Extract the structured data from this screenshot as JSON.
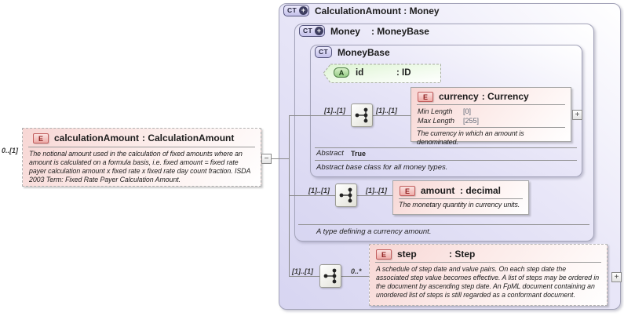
{
  "icons": {
    "element_letter": "E",
    "attribute_letter": "A",
    "complex_type_letters": "CT",
    "expand_glyph": "+",
    "collapse_glyph": "−"
  },
  "left_element": {
    "cardinality": "0..[1]",
    "name": "calculationAmount",
    "type": ": CalculationAmount",
    "annotation": "The notional amount used in the calculation of fixed amounts where an amount is calculated on a formula basis, i.e. fixed amount = fixed rate payer calculation amount x fixed rate x fixed rate day count fraction. ISDA 2003 Term: Fixed Rate Payer Calculation Amount."
  },
  "outer_type": {
    "title": "CalculationAmount : Money"
  },
  "money_type": {
    "name": "Money",
    "type": ": MoneyBase",
    "annotation": "A type defining a currency amount."
  },
  "moneybase_type": {
    "title": "MoneyBase",
    "abstract_label": "Abstract",
    "abstract_value": "True",
    "annotation": "Abstract base class for all money types."
  },
  "id_attribute": {
    "name": "id",
    "type": ": ID"
  },
  "currency_element": {
    "name": "currency",
    "type": ": Currency",
    "facets": [
      {
        "label": "Min Length",
        "value": "[0]"
      },
      {
        "label": "Max Length",
        "value": "[255]"
      }
    ],
    "annotation": "The currency in which an amount is denominated."
  },
  "amount_element": {
    "name": "amount",
    "type": ": decimal",
    "annotation": "The monetary quantity in currency units."
  },
  "step_element": {
    "name": "step",
    "type": ": Step",
    "annotation": "A schedule of step date and value pairs. On each step date the associated step value becomes effective. A list of steps may be ordered in the document by ascending step date. An FpML document containing an unordered list of steps is still regarded as a conformant document."
  },
  "cardinalities": {
    "row1_left": "[1]..[1]",
    "row1_right": "[1]..[1]",
    "row2_left": "[1]..[1]",
    "row2_right": "[1]..[1]",
    "row3_left": "[1]..[1]",
    "row3_right": "0..*"
  },
  "colors": {
    "complex_fill": "#d7d5f1",
    "element_fill": "#f7d6d4",
    "attribute_fill": "#d8f0c8",
    "connector": "#8a8a8a"
  }
}
